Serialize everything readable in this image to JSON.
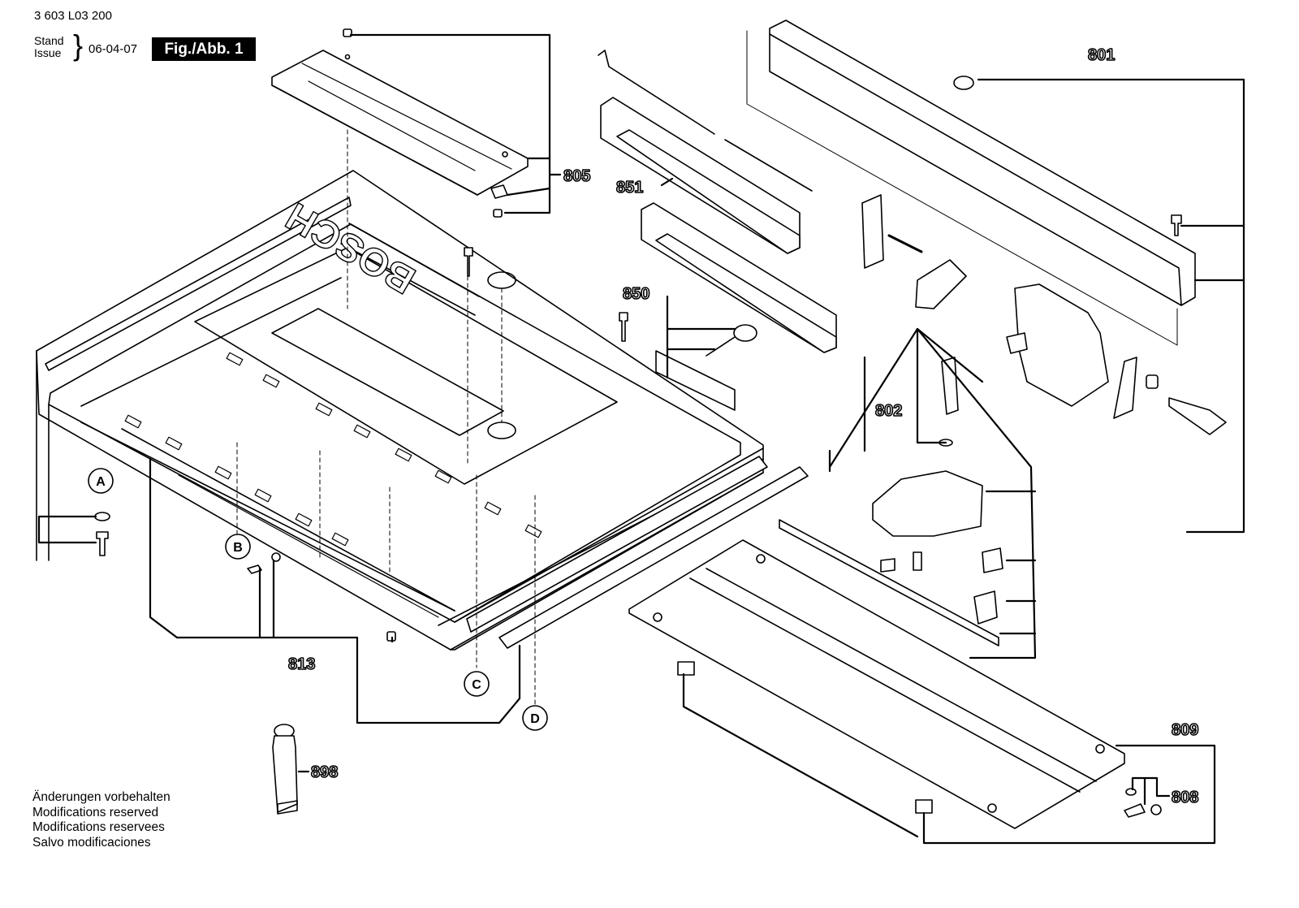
{
  "header": {
    "document_number": "3 603 L03 200",
    "stand_label": "Stand",
    "issue_label": "Issue",
    "date": "06-04-07",
    "figure_label": "Fig./Abb. 1"
  },
  "labels": {
    "p801": "801",
    "p802": "802",
    "p805": "805",
    "p808": "808",
    "p809": "809",
    "p813": "813",
    "p850": "850",
    "p851": "851",
    "p898": "898"
  },
  "references": {
    "a": "A",
    "b": "B",
    "c": "C",
    "d": "D"
  },
  "table_marking": "BOSCH",
  "notes": {
    "de": "Änderungen vorbehalten",
    "en": "Modifications reserved",
    "fr": "Modifications reservees",
    "es": "Salvo modificaciones"
  }
}
